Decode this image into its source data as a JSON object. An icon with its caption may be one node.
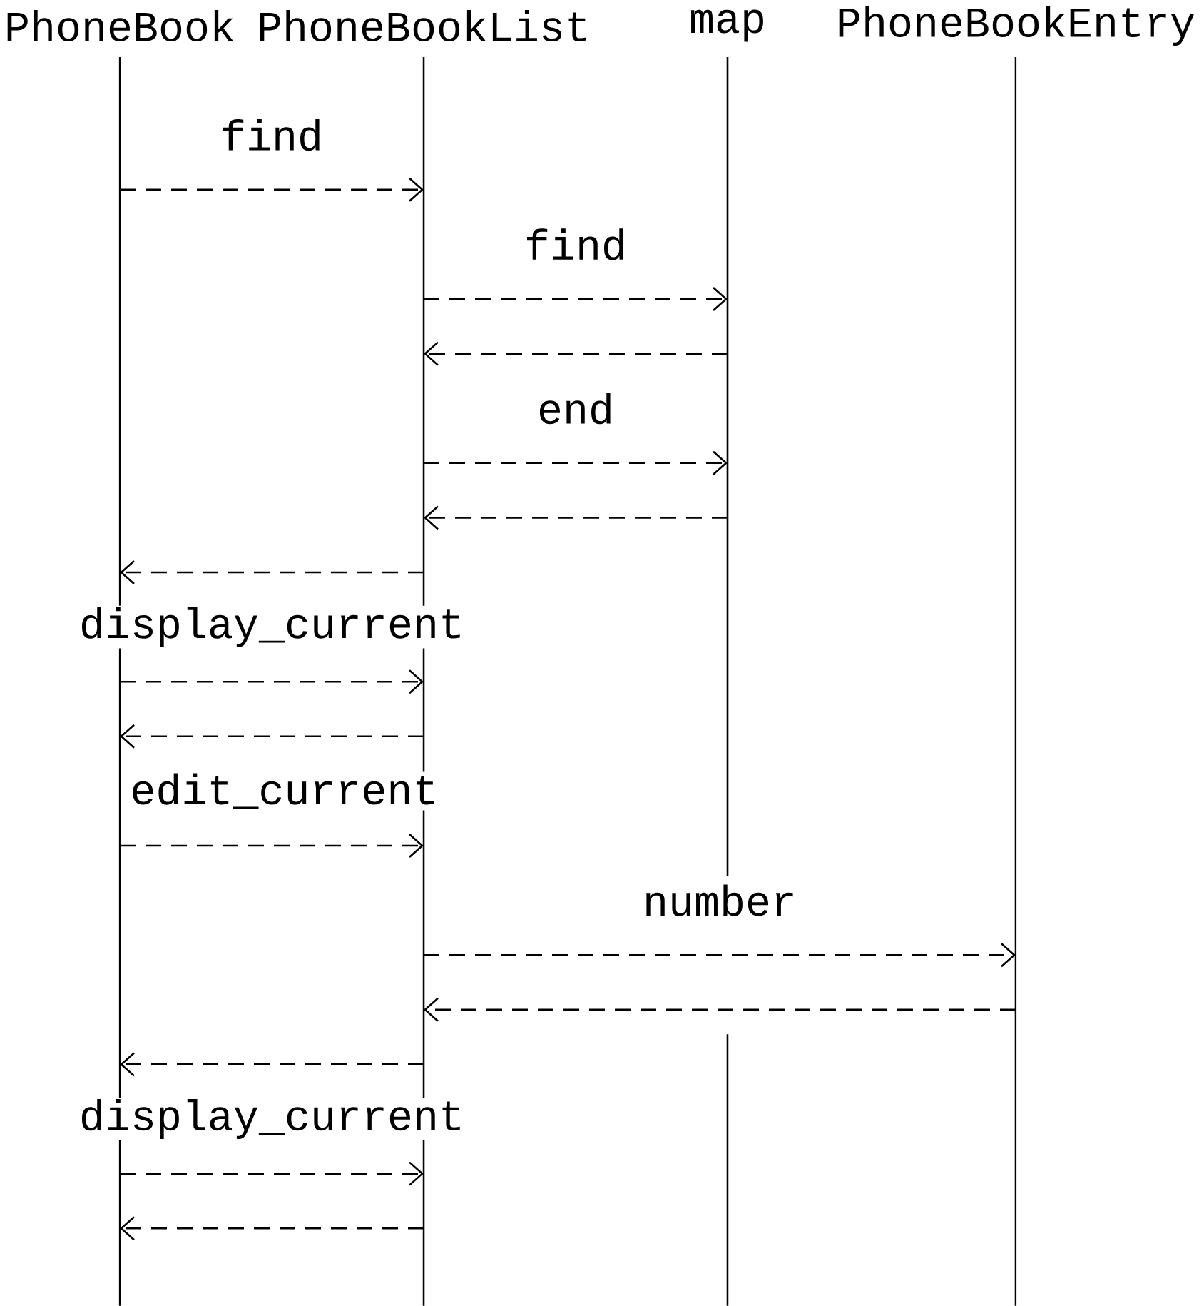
{
  "diagram": {
    "nodes": [
      {
        "text": [
          "PhoneBook"
        ]
      },
      {
        "text": [
          "PhoneBookList"
        ]
      },
      {
        "text": [
          "map"
        ]
      },
      {
        "text": [
          "PhoneBookEntry"
        ]
      }
    ],
    "edges": [
      {
        "from": 0,
        "to": 1,
        "arrow": "to",
        "label": "find"
      },
      {
        "from": 1,
        "to": 2,
        "arrow": "to",
        "label": "find"
      },
      {
        "from": 2,
        "to": 1,
        "arrow": "to"
      },
      {
        "from": 1,
        "to": 2,
        "arrow": "to",
        "label": "end"
      },
      {
        "from": 2,
        "to": 1,
        "arrow": "to"
      },
      {
        "from": 1,
        "to": 0,
        "arrow": "to"
      },
      {
        "from": 0,
        "to": 1,
        "arrow": "to",
        "label": "display_current"
      },
      {
        "from": 1,
        "to": 0,
        "arrow": "to"
      },
      {
        "from": 0,
        "to": 1,
        "arrow": "to",
        "label": "edit_current"
      },
      {
        "from": 1,
        "to": 3,
        "arrow": "to",
        "label": "number"
      },
      {
        "from": 3,
        "to": 1,
        "arrow": "to"
      },
      {
        "from": 1,
        "to": 0,
        "arrow": "to"
      },
      {
        "from": 0,
        "to": 1,
        "arrow": "to",
        "label": "display_current"
      },
      {
        "from": 1,
        "to": 0,
        "arrow": "to"
      }
    ]
  }
}
